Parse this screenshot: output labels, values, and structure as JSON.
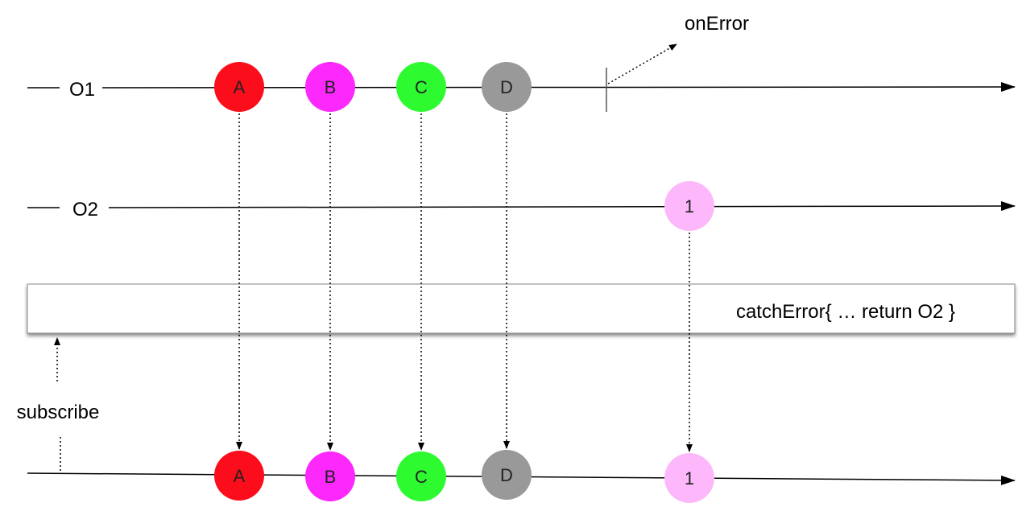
{
  "streams": {
    "o1": {
      "label": "O1",
      "marbles": [
        {
          "text": "A",
          "color": "#fc0d1b"
        },
        {
          "text": "B",
          "color": "#fc28fc"
        },
        {
          "text": "C",
          "color": "#2dfb30"
        },
        {
          "text": "D",
          "color": "#999999"
        }
      ]
    },
    "o2": {
      "label": "O2",
      "marbles": [
        {
          "text": "1",
          "color": "#fdb8fc"
        }
      ]
    },
    "result": {
      "marbles": [
        {
          "text": "A",
          "color": "#fc0d1b"
        },
        {
          "text": "B",
          "color": "#fc28fc"
        },
        {
          "text": "C",
          "color": "#2dfb30"
        },
        {
          "text": "D",
          "color": "#999999"
        },
        {
          "text": "1",
          "color": "#fdb8fc"
        }
      ]
    }
  },
  "error_label": "onError",
  "operator": {
    "label": "catchError{ … return O2 }"
  },
  "subscribe_label": "subscribe"
}
